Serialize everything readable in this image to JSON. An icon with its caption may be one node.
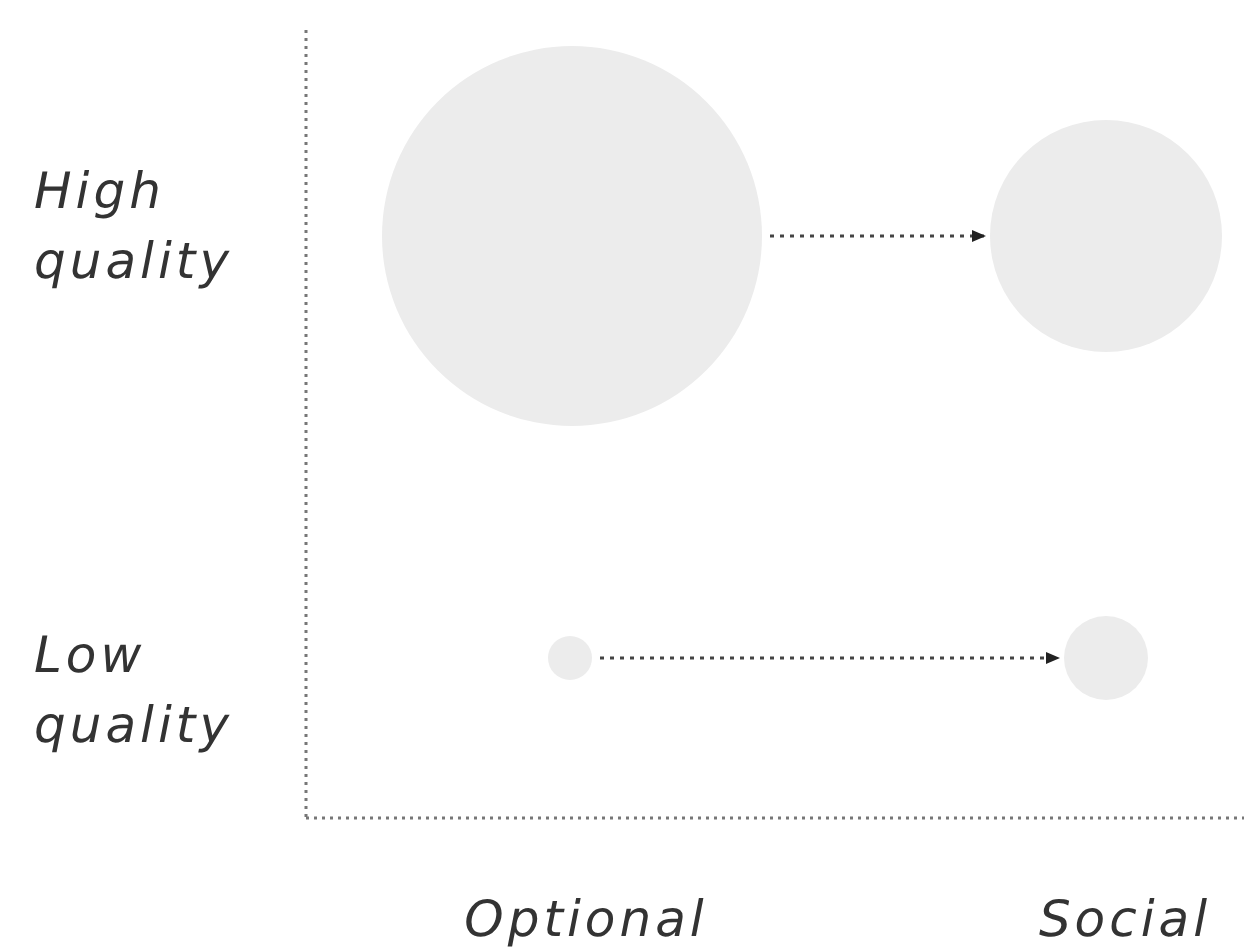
{
  "diagram": {
    "nodes": [
      {
        "text": [],
        "shape": "circle"
      },
      {
        "text": [],
        "shape": "circle"
      },
      {
        "text": [],
        "shape": "circle"
      },
      {
        "text": [],
        "shape": "circle"
      }
    ],
    "edges": [
      {
        "from": 0,
        "to": 1,
        "arrow": "to",
        "style": "dashed"
      },
      {
        "from": 2,
        "to": 3,
        "arrow": "to",
        "style": "dashed"
      }
    ],
    "labels": [
      "High quality",
      "Low quality",
      "Optional",
      "Social"
    ]
  }
}
